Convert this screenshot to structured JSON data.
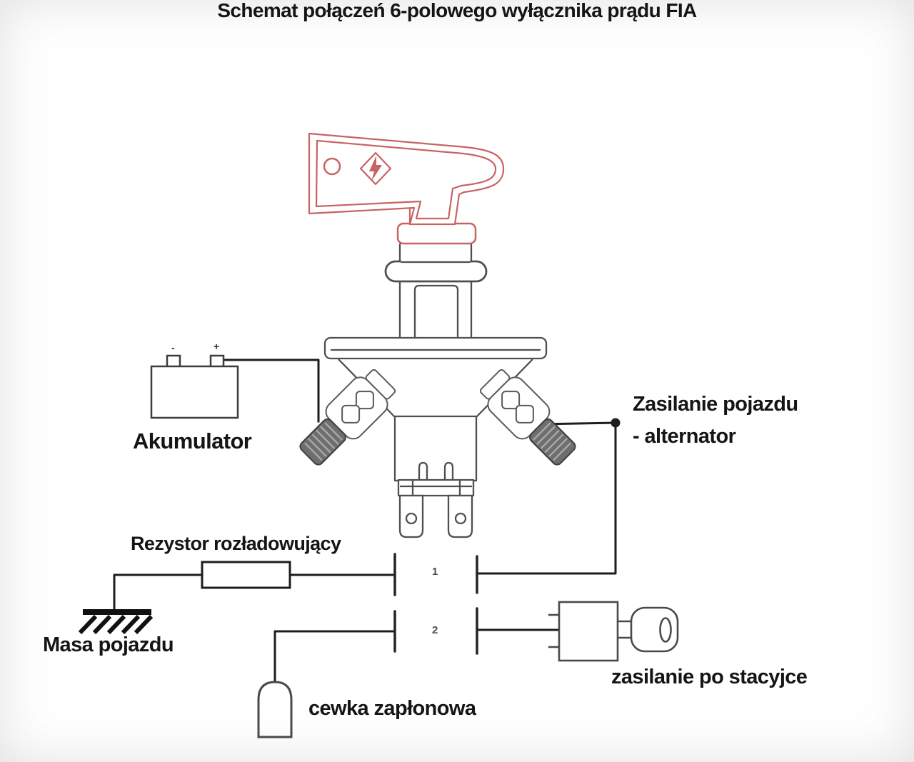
{
  "title": "Schemat połączeń 6-polowego wyłącznika prądu FIA",
  "labels": {
    "battery": "Akumulator",
    "alternator_line1": "Zasilanie pojazdu",
    "alternator_line2": "- alternator",
    "resistor": "Rezystor rozładowujący",
    "ground": "Masa pojazdu",
    "coil": "cewka zapłonowa",
    "ignition": "zasilanie po stacyjce",
    "contact1": "1",
    "contact2": "2",
    "battery_minus": "-",
    "battery_plus": "+"
  },
  "colors": {
    "key_red": "#c76462",
    "outline_gray": "#555555",
    "wire_black": "#1d1d1d",
    "thread_dark": "#6e6e6e"
  }
}
